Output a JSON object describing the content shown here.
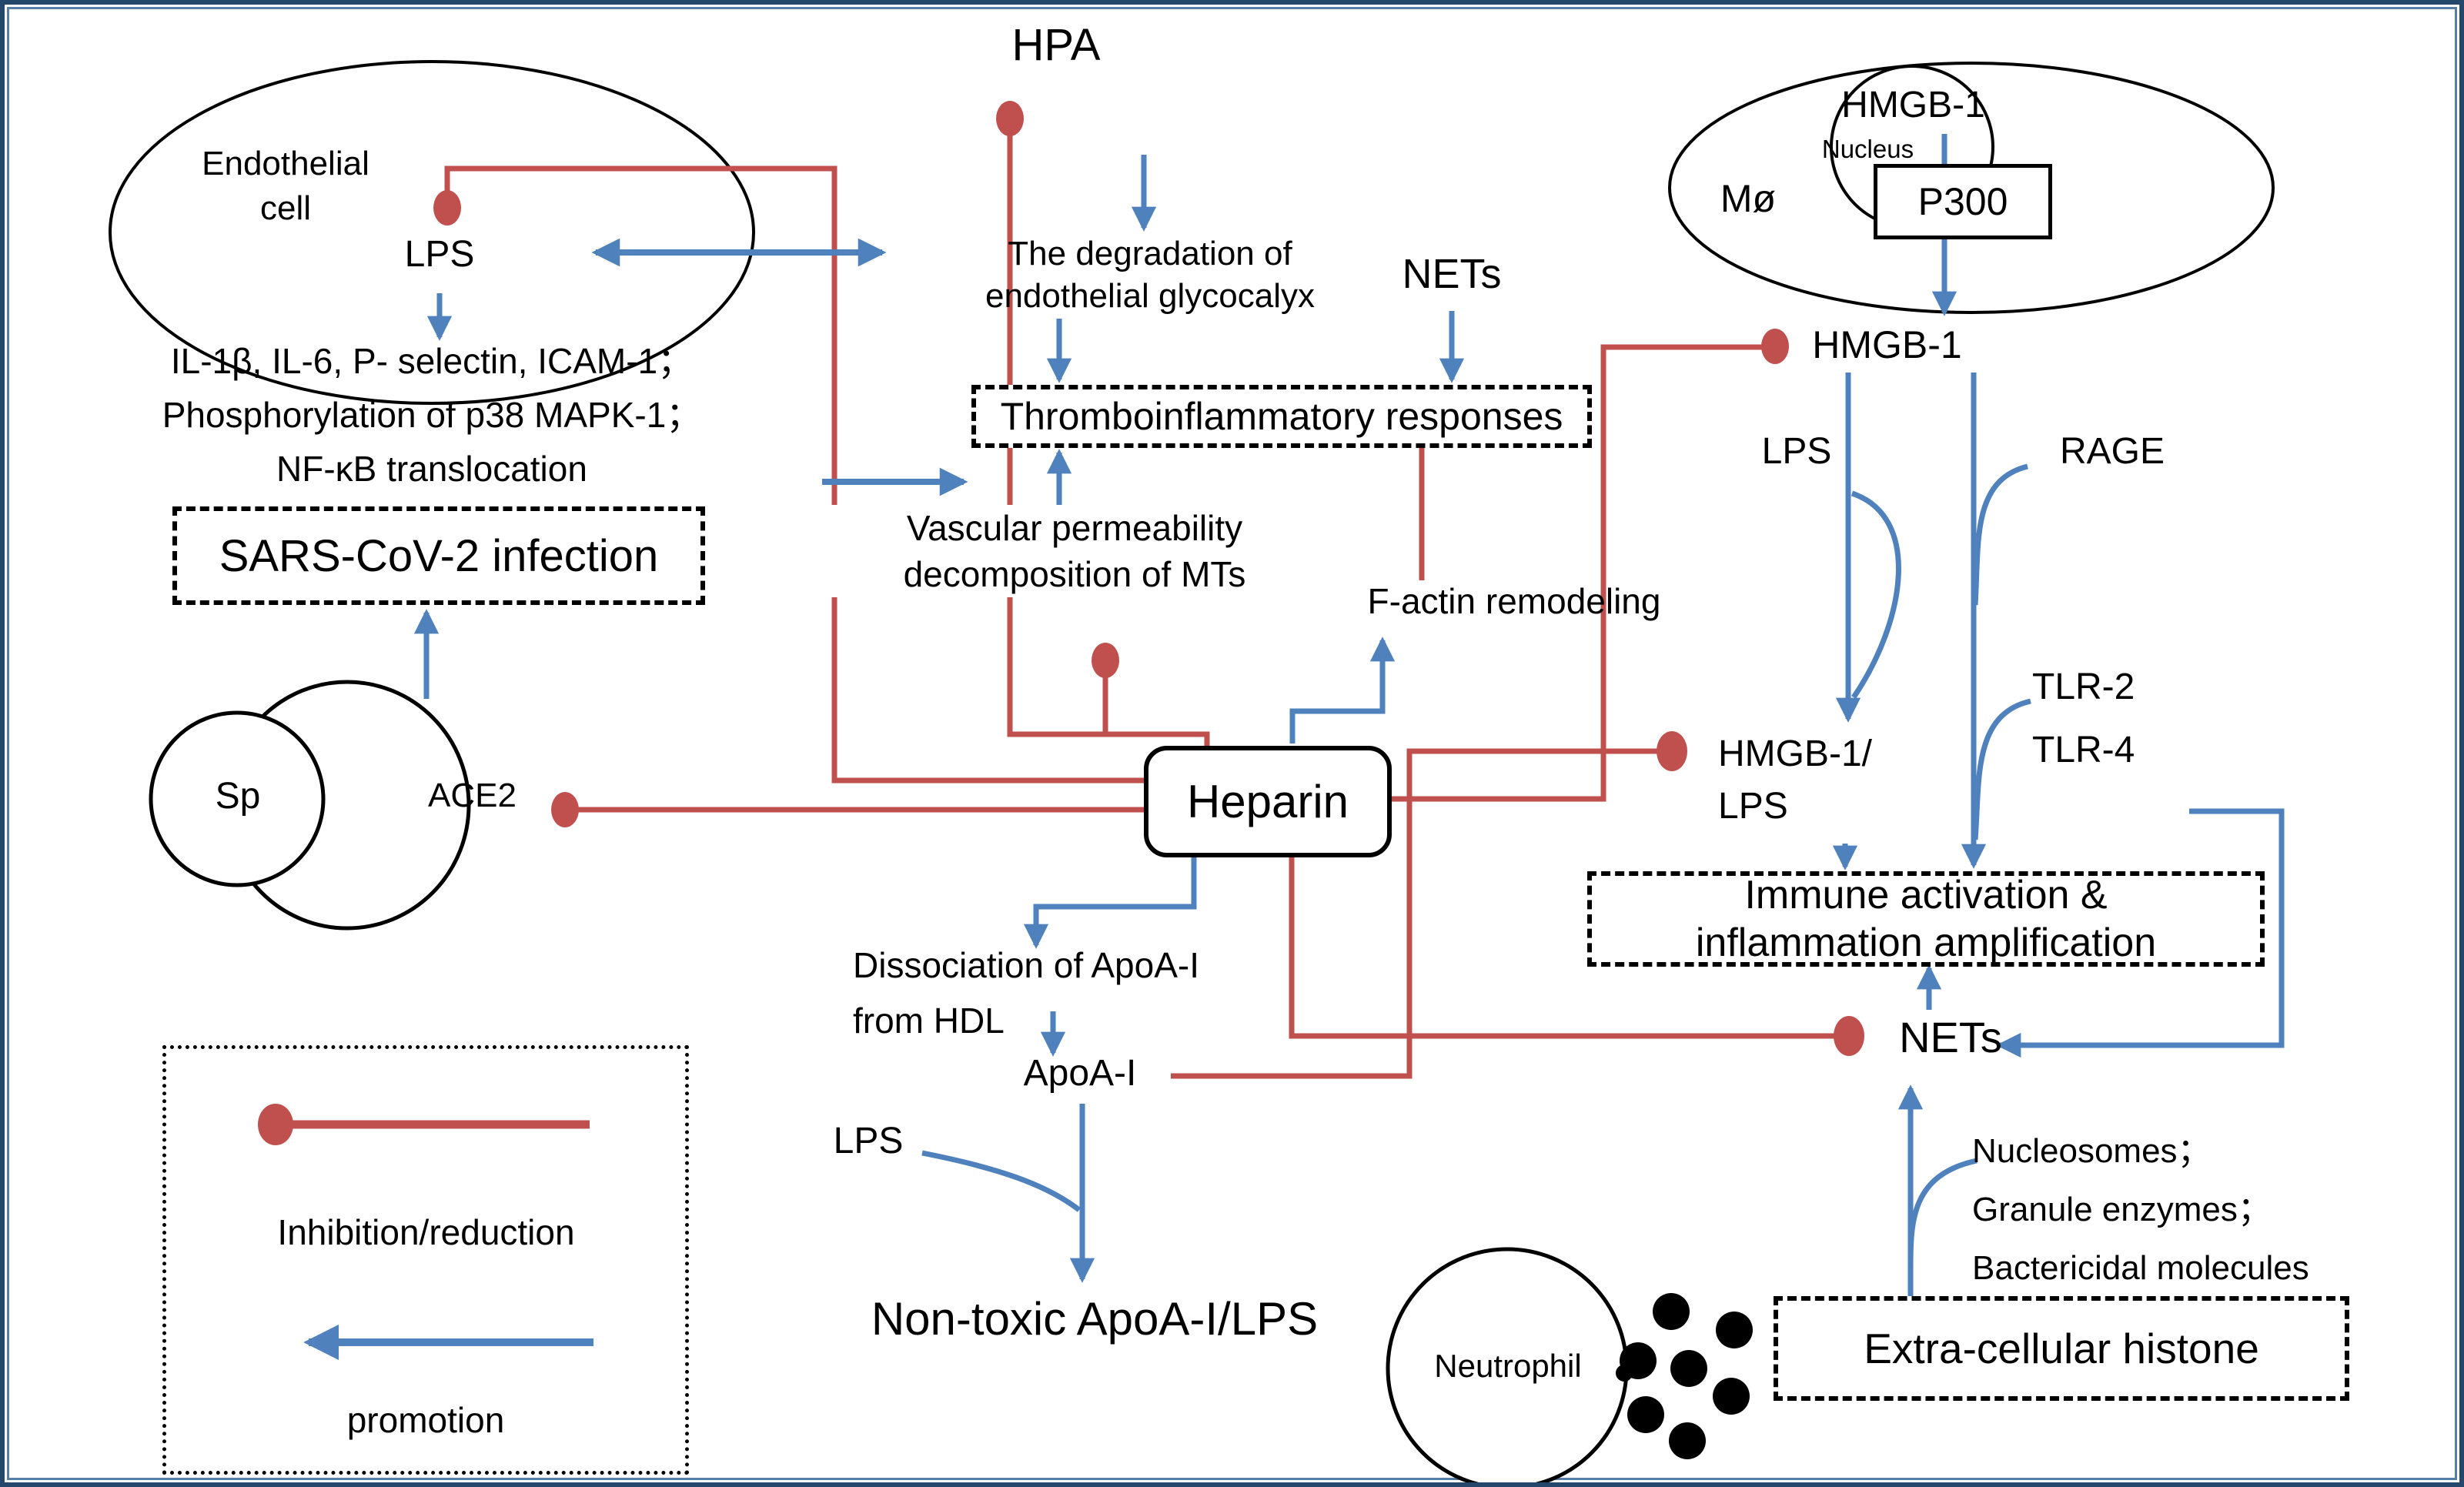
{
  "figure": {
    "type": "biomedical-pathway-diagram",
    "topic": "Heparin effects on thromboinflammatory responses"
  },
  "colors": {
    "inhibition_red": "#c0504d",
    "promotion_blue": "#4f81bd",
    "frame_navy": "#24476b",
    "shape_outline": "#000000"
  },
  "legend": {
    "inhibition_label": "Inhibition/reduction",
    "promotion_label": "promotion"
  },
  "nodes": {
    "endothelial_cell": "Endothelial\ncell",
    "lps_endothelial": "LPS",
    "hpa": "HPA",
    "degradation": "The degradation of\nendothelial glycocalyx",
    "nets_top": "NETs",
    "mo": "Mø",
    "hmgb1_nucleus": "HMGB-1",
    "nucleus": "Nucleus",
    "p300": "P300",
    "il_effects": "IL-1β, IL-6, P- selectin, ICAM-1；\nPhosphorylation of p38 MAPK-1；\nNF-κB translocation",
    "sars": "SARS-CoV-2 infection",
    "thrombo": "Thromboinflammatory responses",
    "vascular": "Vascular permeability\ndecomposition of MTs",
    "factin": "F-actin remodeling",
    "hmgb1_released": "HMGB-1",
    "lps_right": "LPS",
    "rage": "RAGE",
    "tlr": "TLR-2\nTLR-4",
    "hmgb1_lps": "HMGB-1/\nLPS",
    "sp": "Sp",
    "ace2": "ACE2",
    "heparin": "Heparin",
    "immune": "Immune activation &\ninflammation amplification",
    "dissociation": "Dissociation of ApoA-I\nfrom HDL",
    "apoa1": "ApoA-I",
    "lps_left": "LPS",
    "nontoxic": "Non-toxic ApoA-I/LPS",
    "nets_right": "NETs",
    "nucleosomes": "Nucleosomes；\nGranule enzymes；\nBactericidal molecules",
    "neutrophil": "Neutrophil",
    "histone": "Extra-cellular histone"
  }
}
